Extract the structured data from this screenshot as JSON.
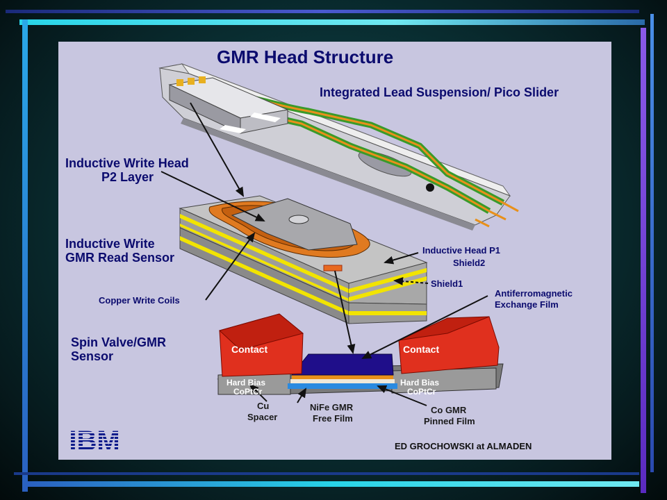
{
  "slide": {
    "title": "GMR Head Structure",
    "labels": {
      "suspension": "Integrated Lead Suspension/ Pico Slider",
      "write_head_p2_line1": "Inductive Write Head",
      "write_head_p2_line2": "P2 Layer",
      "write_read_line1": "Inductive Write",
      "write_read_line2": "GMR Read Sensor",
      "copper_coils": "Copper Write Coils",
      "p1_line1": "Inductive Head P1",
      "p1_line2": "Shield2",
      "shield1": "Shield1",
      "afm_line1": "Antiferromagnetic",
      "afm_line2": "Exchange Film",
      "spin_valve_line1": "Spin Valve/GMR",
      "spin_valve_line2": "Sensor",
      "contact_left": "Contact",
      "contact_right": "Contact",
      "bias_left_line1": "Hard Bias",
      "bias_left_line2": "CoPtCr",
      "bias_right_line1": "Hard Bias",
      "bias_right_line2": "CoPtCr",
      "cu_line1": "Cu",
      "cu_line2": "Spacer",
      "nife_line1": "NiFe GMR",
      "nife_line2": "Free Film",
      "co_line1": "Co GMR",
      "co_line2": "Pinned Film",
      "logo": "IBM",
      "credit": "ED GROCHOWSKI at ALMADEN"
    }
  },
  "colors": {
    "panel": "#c8c6e0",
    "label_text": "#0b0b6e",
    "contact_red": "#e0301e",
    "trace_green": "#3a9a2a",
    "trace_orange": "#e8901a",
    "frame_accent": "#2fe0ee"
  }
}
